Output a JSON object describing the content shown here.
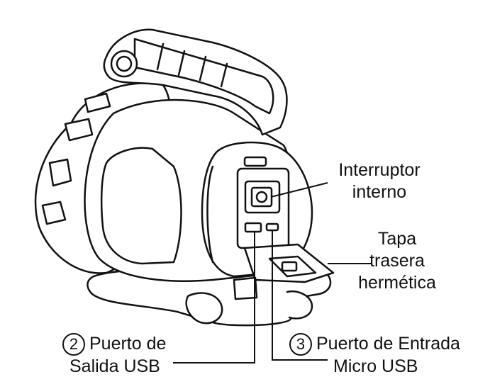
{
  "labels": {
    "switch_line1": "Interruptor",
    "switch_line2": "interno",
    "cover_line1": "Tapa",
    "cover_line2": "trasera",
    "cover_line3": "hermética",
    "usb_out_number": "2",
    "usb_out_line1": "Puerto de",
    "usb_out_line2": "Salida USB",
    "usb_in_number": "3",
    "usb_in_line1": "Puerto de Entrada",
    "usb_in_line2": "Micro USB"
  },
  "colors": {
    "line": "#111111",
    "background": "#ffffff"
  }
}
